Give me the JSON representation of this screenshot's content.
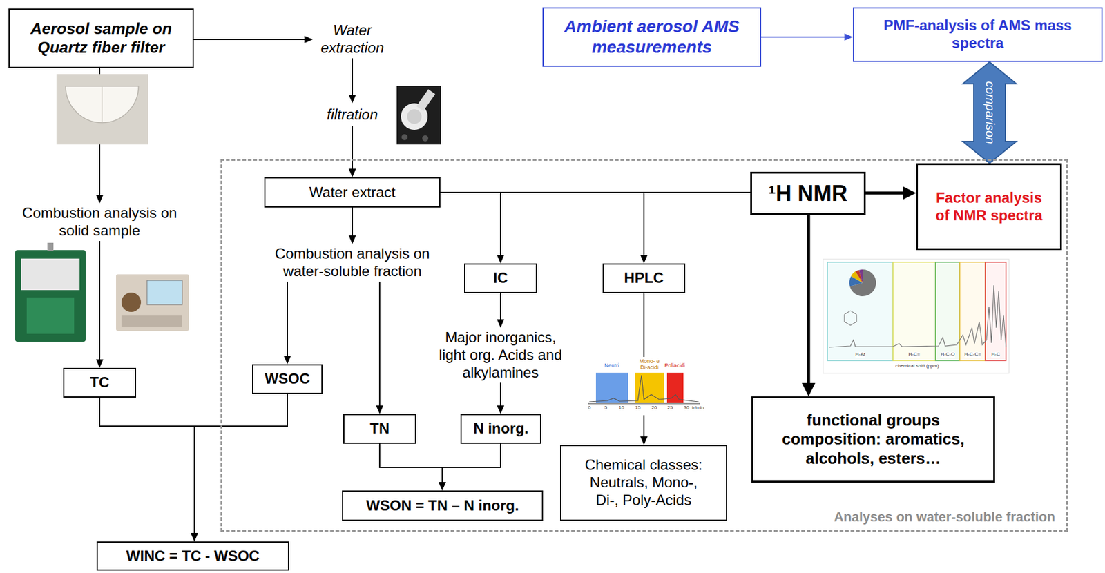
{
  "diagram": {
    "nodes": [
      {
        "text": [
          "Aerosol sample on Quartz fiber filter"
        ]
      },
      {
        "text": [
          "Water extraction"
        ]
      },
      {
        "text": [
          "filtration"
        ]
      },
      {
        "text": [
          "Ambient aerosol AMS measurements"
        ]
      },
      {
        "text": [
          "PMF-analysis of AMS mass spectra"
        ]
      },
      {
        "text": [
          "Combustion analysis on solid sample"
        ]
      },
      {
        "text": [
          "TC"
        ]
      },
      {
        "text": [
          "Analyses on water-soluble fraction"
        ]
      },
      {
        "text": [
          "Water extract"
        ],
        "in": 7
      },
      {
        "text": [
          "¹H NMR"
        ],
        "in": 7
      },
      {
        "text": [
          "Factor analysis of NMR spectra"
        ],
        "in": 7
      },
      {
        "text": [
          "Combustion analysis on water-soluble fraction"
        ],
        "in": 7
      },
      {
        "text": [
          "IC"
        ],
        "in": 7
      },
      {
        "text": [
          "HPLC"
        ],
        "in": 7
      },
      {
        "text": [
          "WSOC"
        ],
        "in": 7
      },
      {
        "text": [
          "Major inorganics, light org. Acids and alkylamines"
        ],
        "in": 7
      },
      {
        "text": [
          "TN"
        ],
        "in": 7
      },
      {
        "text": [
          "N inorg."
        ],
        "in": 7
      },
      {
        "text": [
          "functional groups composition: aromatics, alcohols, esters…"
        ],
        "in": 7
      },
      {
        "text": [
          "WSON = TN – N inorg."
        ],
        "in": 7
      },
      {
        "text": [
          "Chemical classes: Neutrals, Mono-, Di-, Poly-Acids"
        ],
        "in": 7
      },
      {
        "text": [
          "WINC = TC - WSOC"
        ]
      }
    ],
    "edges": [
      {
        "from": 0,
        "to": 1,
        "arrow": "to"
      },
      {
        "from": 1,
        "to": 2,
        "arrow": "to"
      },
      {
        "from": 2,
        "to": 8,
        "arrow": "to"
      },
      {
        "from": 0,
        "to": 5,
        "arrow": "to"
      },
      {
        "from": 5,
        "to": 6,
        "arrow": "to"
      },
      {
        "from": 6,
        "to": 21,
        "arrow": "to"
      },
      {
        "from": 14,
        "to": 21,
        "arrow": "to"
      },
      {
        "from": 8,
        "to": 11,
        "arrow": "to"
      },
      {
        "from": 11,
        "to": 14,
        "arrow": "to"
      },
      {
        "from": 11,
        "to": 16,
        "arrow": "to"
      },
      {
        "from": 8,
        "to": 12,
        "arrow": "to"
      },
      {
        "from": 8,
        "to": 13,
        "arrow": "to"
      },
      {
        "from": 8,
        "to": 9,
        "arrow": "none"
      },
      {
        "from": 12,
        "to": 15,
        "arrow": "to"
      },
      {
        "from": 15,
        "to": 17,
        "arrow": "to"
      },
      {
        "from": 16,
        "to": 19,
        "arrow": "to"
      },
      {
        "from": 17,
        "to": 19,
        "arrow": "to"
      },
      {
        "from": 13,
        "to": 20,
        "arrow": "to"
      },
      {
        "from": 9,
        "to": 10,
        "arrow": "to"
      },
      {
        "from": 9,
        "to": 18,
        "arrow": "to"
      },
      {
        "from": 3,
        "to": 4,
        "arrow": "to"
      },
      {
        "from": 4,
        "to": 10,
        "label": "comparison",
        "arrow": "both"
      }
    ],
    "labels": [
      "Neutri",
      "Mono- e Di-acidi",
      "Poliacidi",
      "0",
      "5",
      "10",
      "15",
      "20",
      "25",
      "30",
      "tr/min",
      "H-Ar",
      "H-C=",
      "H-C-O",
      "H-C-C=",
      "H-C",
      "chemical shift (ppm)"
    ]
  }
}
